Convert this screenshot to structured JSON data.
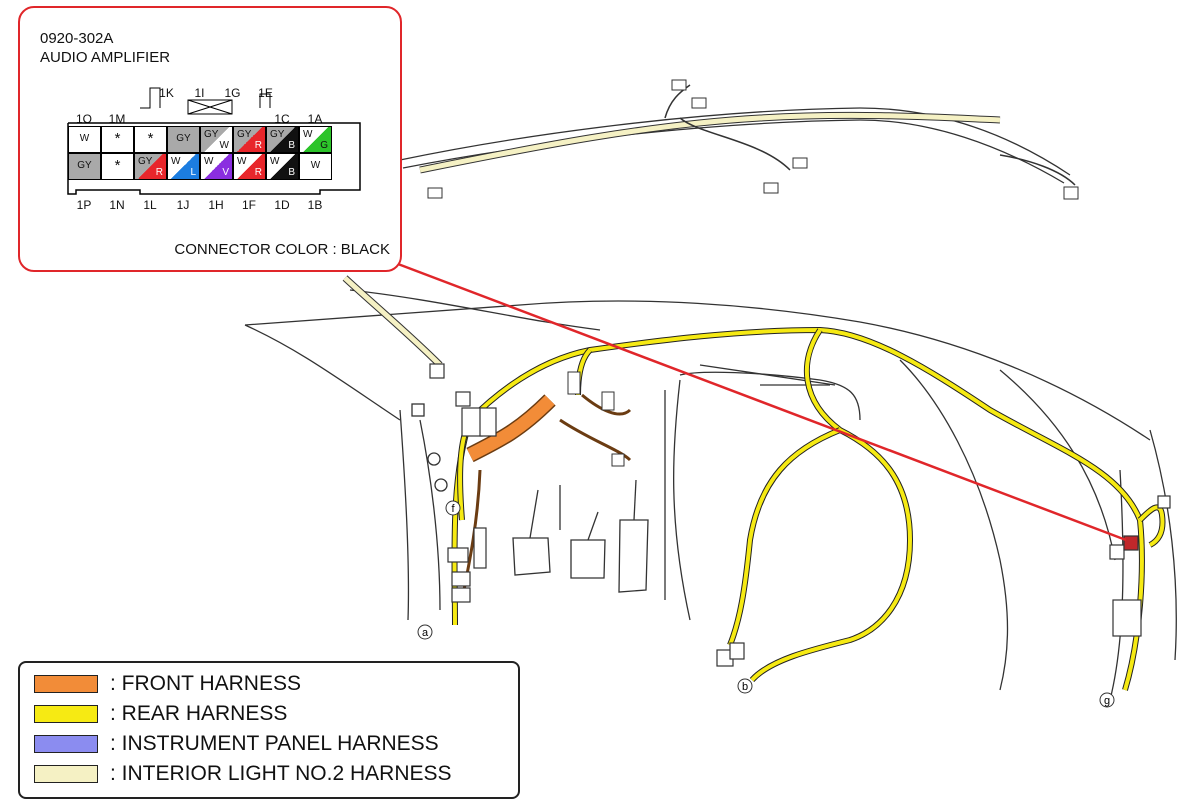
{
  "connector": {
    "code": "0920-302A",
    "name": "AUDIO AMPLIFIER",
    "color_note": "CONNECTOR COLOR : BLACK",
    "top_labels": [
      "1O",
      "1M",
      "1K",
      "1I",
      "1G",
      "1E",
      "1C",
      "1A"
    ],
    "bottom_labels": [
      "1P",
      "1N",
      "1L",
      "1J",
      "1H",
      "1F",
      "1D",
      "1B"
    ],
    "rows": [
      [
        {
          "type": "plain",
          "t1": "W"
        },
        {
          "type": "star",
          "t1": "*"
        },
        {
          "type": "star",
          "t1": "*"
        },
        {
          "type": "solid",
          "t1": "GY",
          "c1": "#a9a9a9"
        },
        {
          "type": "split",
          "t1": "GY",
          "t2": "W",
          "c1": "#a9a9a9",
          "c2": "#ffffff"
        },
        {
          "type": "split",
          "t1": "GY",
          "t2": "R",
          "c1": "#a9a9a9",
          "c2": "#e8262b"
        },
        {
          "type": "split",
          "t1": "GY",
          "t2": "B",
          "c1": "#a9a9a9",
          "c2": "#111111"
        },
        {
          "type": "split",
          "t1": "W",
          "t2": "G",
          "c1": "#ffffff",
          "c2": "#2cc42a"
        }
      ],
      [
        {
          "type": "solid",
          "t1": "GY",
          "c1": "#a9a9a9"
        },
        {
          "type": "star",
          "t1": "*"
        },
        {
          "type": "split",
          "t1": "GY",
          "t2": "R",
          "c1": "#a9a9a9",
          "c2": "#e8262b"
        },
        {
          "type": "split",
          "t1": "W",
          "t2": "L",
          "c1": "#ffffff",
          "c2": "#1c7de0"
        },
        {
          "type": "split",
          "t1": "W",
          "t2": "V",
          "c1": "#ffffff",
          "c2": "#8a2ee0"
        },
        {
          "type": "split",
          "t1": "W",
          "t2": "R",
          "c1": "#ffffff",
          "c2": "#e8262b"
        },
        {
          "type": "split",
          "t1": "W",
          "t2": "B",
          "c1": "#ffffff",
          "c2": "#111111"
        },
        {
          "type": "plain",
          "t1": "W"
        }
      ]
    ]
  },
  "markers": [
    "a",
    "b",
    "f",
    "g"
  ],
  "legend": {
    "items": [
      {
        "label": ": FRONT HARNESS",
        "color": "#f28c38"
      },
      {
        "label": ": REAR HARNESS",
        "color": "#f6ea13"
      },
      {
        "label": ": INSTRUMENT PANEL HARNESS",
        "color": "#8b8cf0"
      },
      {
        "label": ": INTERIOR LIGHT NO.2 HARNESS",
        "color": "#f5f1c4"
      }
    ]
  },
  "colors": {
    "callout_border": "#e0262a",
    "pointer_line": "#e0262a",
    "rear": "#f6ea13",
    "front": "#f28c38",
    "interior": "#f5f1c4",
    "outline": "#333333"
  }
}
